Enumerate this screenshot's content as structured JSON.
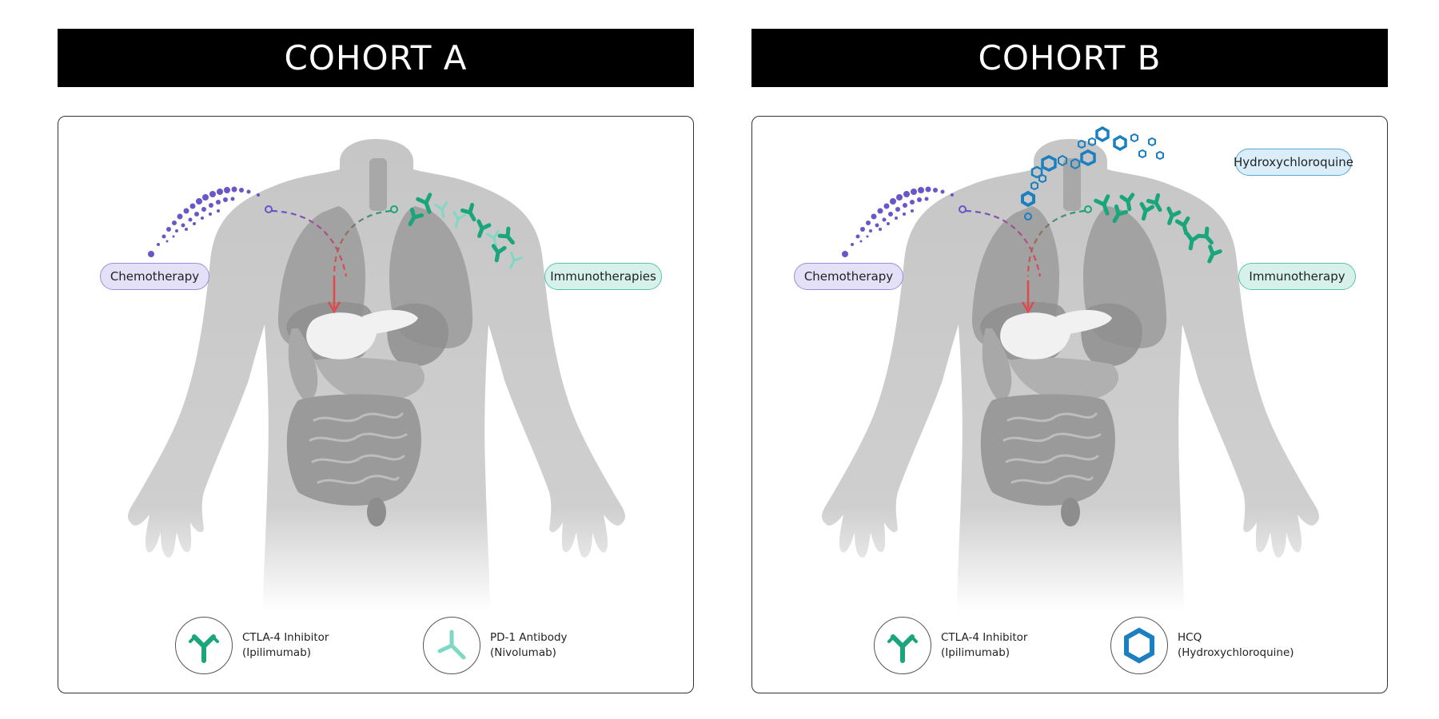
{
  "cohort_a": {
    "title": "COHORT A",
    "labels": {
      "left": "Chemotherapy",
      "right": "Immunotherapies"
    },
    "legend": [
      {
        "name": "CTLA-4 Inhibitor",
        "drug": "(Ipilimumab)",
        "icon": "antibody-icon-green"
      },
      {
        "name": "PD-1 Antibody",
        "drug": "(Nivolumab)",
        "icon": "antibody-icon-mint"
      }
    ]
  },
  "cohort_b": {
    "title": "COHORT B",
    "labels": {
      "left": "Chemotherapy",
      "right": "Immunotherapy",
      "top": "Hydroxychloroquine"
    },
    "legend": [
      {
        "name": "CTLA-4 Inhibitor",
        "drug": "(Ipilimumab)",
        "icon": "antibody-icon-green"
      },
      {
        "name": "HCQ",
        "drug": "(Hydroxychloroquine)",
        "icon": "hexagon-icon-blue"
      }
    ]
  },
  "colors": {
    "chemo": "#6a55c9",
    "ctla4": "#1aa57a",
    "pd1": "#7fd8c3",
    "hcq": "#1b7fc0",
    "arrow": "#e24a4a",
    "body": "#c6c6c6",
    "organs": "#9c9c9c"
  }
}
